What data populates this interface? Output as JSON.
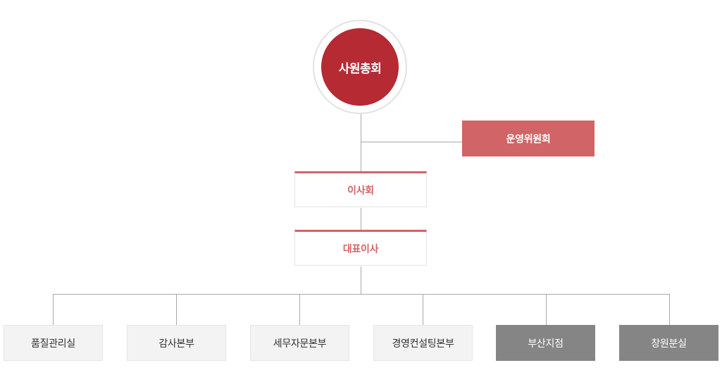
{
  "top": {
    "label": "사원총회"
  },
  "committee": {
    "label": "운영위원회"
  },
  "board": {
    "label": "이사회"
  },
  "ceo": {
    "label": "대표이사"
  },
  "departments": [
    {
      "label": "품질관리실",
      "style": "light"
    },
    {
      "label": "감사본부",
      "style": "light"
    },
    {
      "label": "세무자문본부",
      "style": "light"
    },
    {
      "label": "경영컨설팅본부",
      "style": "light"
    },
    {
      "label": "부산지점",
      "style": "dark"
    },
    {
      "label": "창원분실",
      "style": "dark"
    }
  ],
  "colors": {
    "primary_red": "#b52a33",
    "accent_red": "#d16466",
    "light_box": "#f3f3f3",
    "dark_box": "#858585",
    "connector": "#a9a9a9"
  }
}
